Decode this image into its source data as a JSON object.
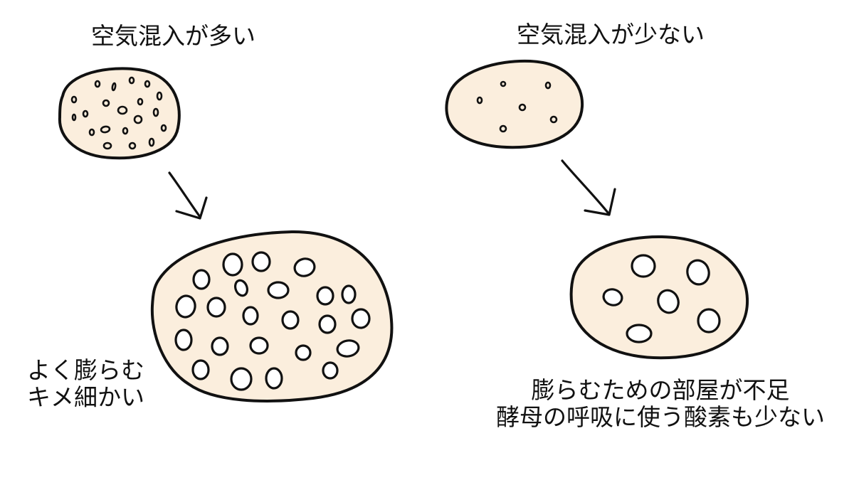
{
  "left": {
    "title": "空気混入が多い",
    "caption_lines": [
      "よく膨らむ",
      "キメ細かい"
    ]
  },
  "right": {
    "title": "空気混入が少ない",
    "caption_lines": [
      "膨らむための部屋が不足",
      "酵母の呼吸に使う酸素も少ない"
    ]
  }
}
